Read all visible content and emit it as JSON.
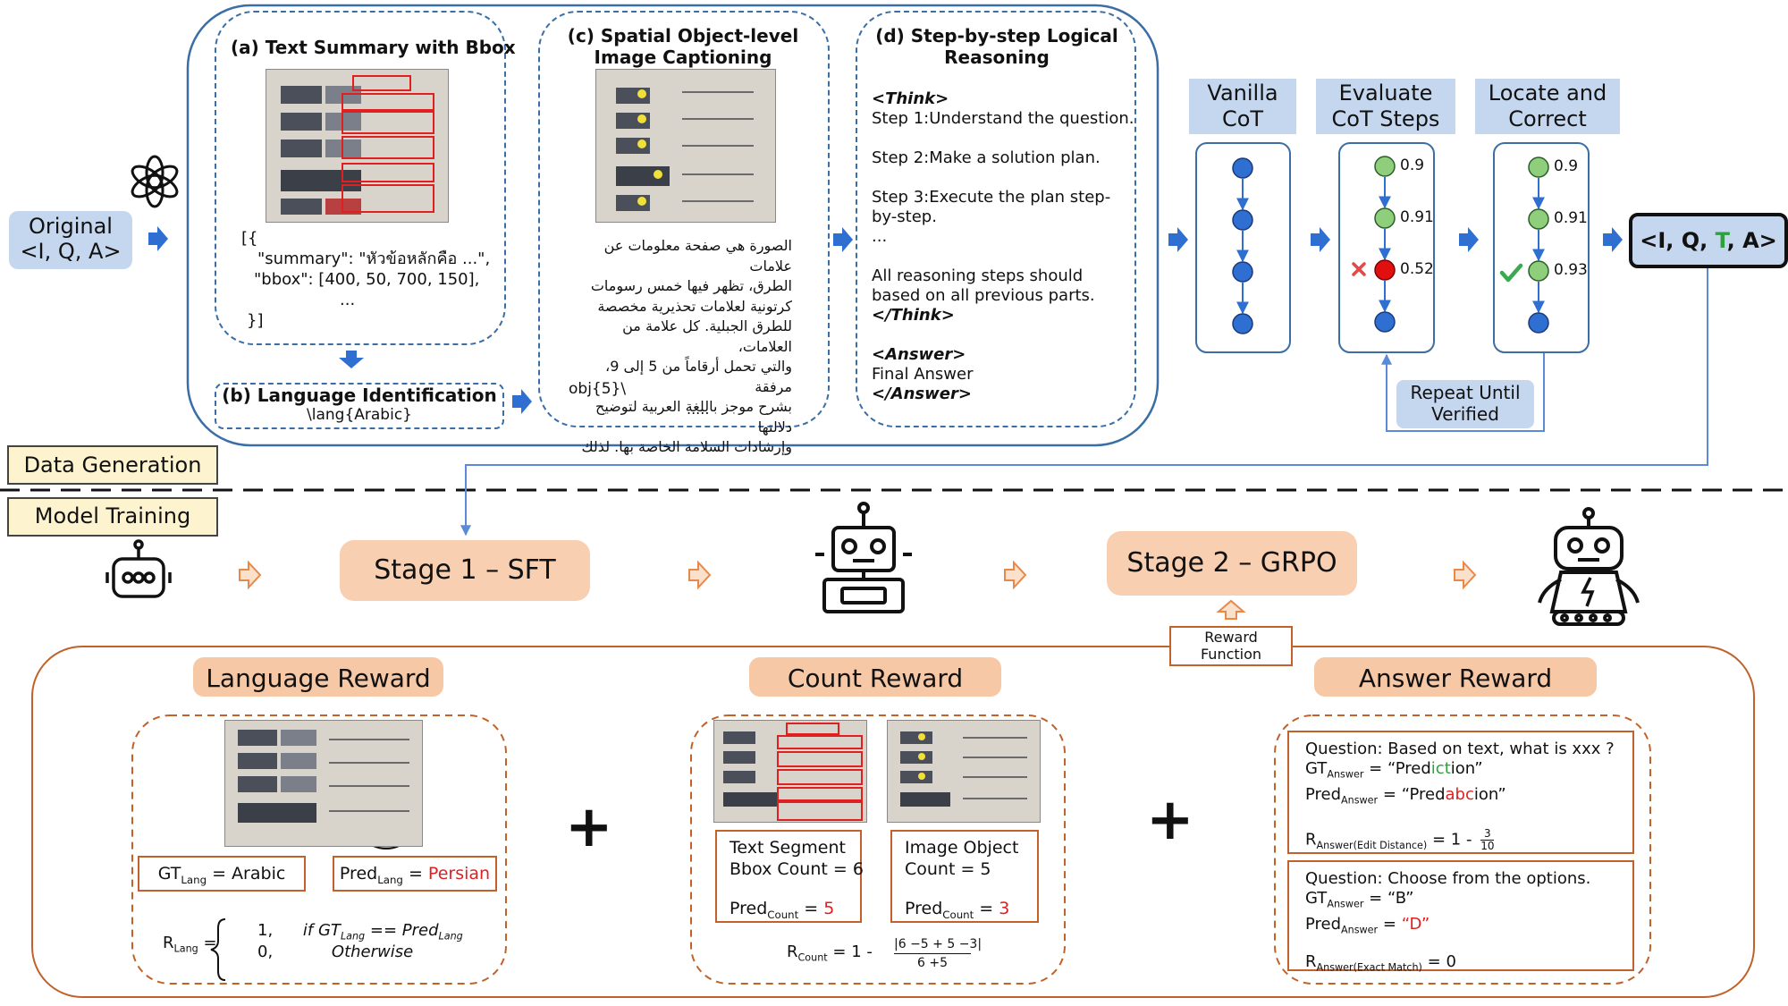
{
  "data_gen": {
    "original": "Original",
    "original_sub": "<I, Q, A>",
    "tag": "Data Generation",
    "text_summary": {
      "title": "(a) Text Summary with Bbox",
      "line1": "[{",
      "line2": "\"summary\": \"หัวข้อหลักคือ ...\",",
      "line3": "\"bbox\": [400, 50, 700, 150],",
      "line4": "...",
      "line5": "}]"
    },
    "lang_id": {
      "title": "(b) Language Identification",
      "value": "\\lang{Arabic}"
    },
    "captioning": {
      "title1": "(c) Spatial Object-level",
      "title2": "Image Captioning",
      "lines": [
        "الصورة هي صفحة معلومات عن علامات",
        "الطرق، تظهر فيها خمس رسومات",
        "كرتونية لعلامات تحذيرية مخصصة",
        "للطرق الجبلية. كل علامة من العلامات،",
        "والتي تحمل أرقاماً من 5 إلى 9، مرفقة",
        "بشرح موجز باللغة العربية لتوضيح دلالتها",
        "وإرشادات السلامة الخاصة بها. لذلك"
      ],
      "obj": "obj{5}\\",
      "ellipsis": "....."
    },
    "reasoning": {
      "title1": "(d) Step-by-step Logical",
      "title2": "Reasoning",
      "think_open": "<Think>",
      "step1": "Step 1:Understand the question.",
      "step2": "Step 2:Make a solution plan.",
      "step3a": "Step 3:Execute the plan step-",
      "step3b": "by-step.",
      "dots": "...",
      "note1": "All reasoning steps should",
      "note2": "based on all previous parts.",
      "think_close": "</Think>",
      "answer_open": "<Answer>",
      "final": "Final Answer",
      "answer_close": "</Answer>"
    },
    "vanilla_cot": {
      "l1": "Vanilla",
      "l2": "CoT"
    },
    "evaluate": {
      "l1": "Evaluate",
      "l2": "CoT Steps",
      "scores": [
        "0.9",
        "0.91",
        "0.52"
      ]
    },
    "locate": {
      "l1": "Locate and",
      "l2": "Correct",
      "scores": [
        "0.9",
        "0.91",
        "0.93"
      ]
    },
    "repeat": {
      "l1": "Repeat Until",
      "l2": "Verified"
    },
    "output": {
      "pre": "<I, Q, ",
      "t": "T",
      "post": ", A>"
    }
  },
  "training": {
    "tag": "Model Training",
    "stage1": "Stage 1 – SFT",
    "stage2": "Stage 2 – GRPO",
    "reward_fn": {
      "l1": "Reward",
      "l2": "Function"
    }
  },
  "rewards": {
    "language": {
      "title": "Language Reward",
      "gt_label": "GT",
      "gt_sub": "Lang",
      "gt_val": "= Arabic",
      "pred_label": "Pred",
      "pred_sub": "Lang",
      "pred_eq": "=",
      "pred_val": "Persian",
      "r_label": "R",
      "r_sub": "Lang",
      "r_eq": "=",
      "case1_val": "1,",
      "case1_cond": "if GT",
      "case1_cond_sub": "Lang",
      "case1_cond2": "== Pred",
      "case1_cond2_sub": "Lang",
      "case2_val": "0,",
      "case2_cond": "Otherwise"
    },
    "plus": "+",
    "count": {
      "title": "Count Reward",
      "left_l1": "Text Segment",
      "left_l2": "Bbox Count = 6",
      "left_pred": "Pred",
      "left_pred_sub": "Count",
      "left_eq": "=",
      "left_val": "5",
      "right_l1": "Image Object",
      "right_l2": "Count = 5",
      "right_pred": "Pred",
      "right_pred_sub": "Count",
      "right_eq": "=",
      "right_val": "3",
      "formula_r": "R",
      "formula_sub": "Count",
      "formula_eq": "= 1 -",
      "formula_num": "|6 −5 + 5 −3|",
      "formula_den": "6 +5"
    },
    "answer": {
      "title": "Answer Reward",
      "q1": "Question: Based on text, what is xxx ?",
      "gt1_label": "GT",
      "gt1_sub": "Answer",
      "gt1_eq": "=",
      "gt1_pre": "“Pred",
      "gt1_mid": "ict",
      "gt1_post": "ion”",
      "pred1_label": "Pred",
      "pred1_sub": "Answer",
      "pred1_eq": "=",
      "pred1_pre": "“Pred",
      "pred1_mid": "abc",
      "pred1_post": "ion”",
      "r1_label": "R",
      "r1_sub": "Answer(Edit Distance)",
      "r1_eq": "= 1 -",
      "r1_num": "3",
      "r1_den": "10",
      "q2": "Question: Choose from the options.",
      "gt2_label": "GT",
      "gt2_sub": "Answer",
      "gt2_eq": "=",
      "gt2_val": "“B”",
      "pred2_label": "Pred",
      "pred2_sub": "Answer",
      "pred2_eq": "=",
      "pred2_val": "“D”",
      "r2_label": "R",
      "r2_sub": "Answer(Exact Match)",
      "r2_eq": "= 0"
    }
  },
  "icons": [
    "openai-logo-icon",
    "robot-small-icon",
    "robot-medium-icon",
    "robot-large-icon",
    "translate-globe-icon",
    "check-icon",
    "cross-icon"
  ],
  "colors": {
    "blue_border": "#3a6ea5",
    "node_blue": "#2f6fd1",
    "node_green": "#8fce7a",
    "node_red": "#e01010",
    "orange_border": "#c0622a",
    "peach": "#f7c8a6",
    "tag_bg": "#fdf3cf",
    "arrow_blue": "#2f6fd1",
    "arrow_orange": "#f2a36b"
  }
}
